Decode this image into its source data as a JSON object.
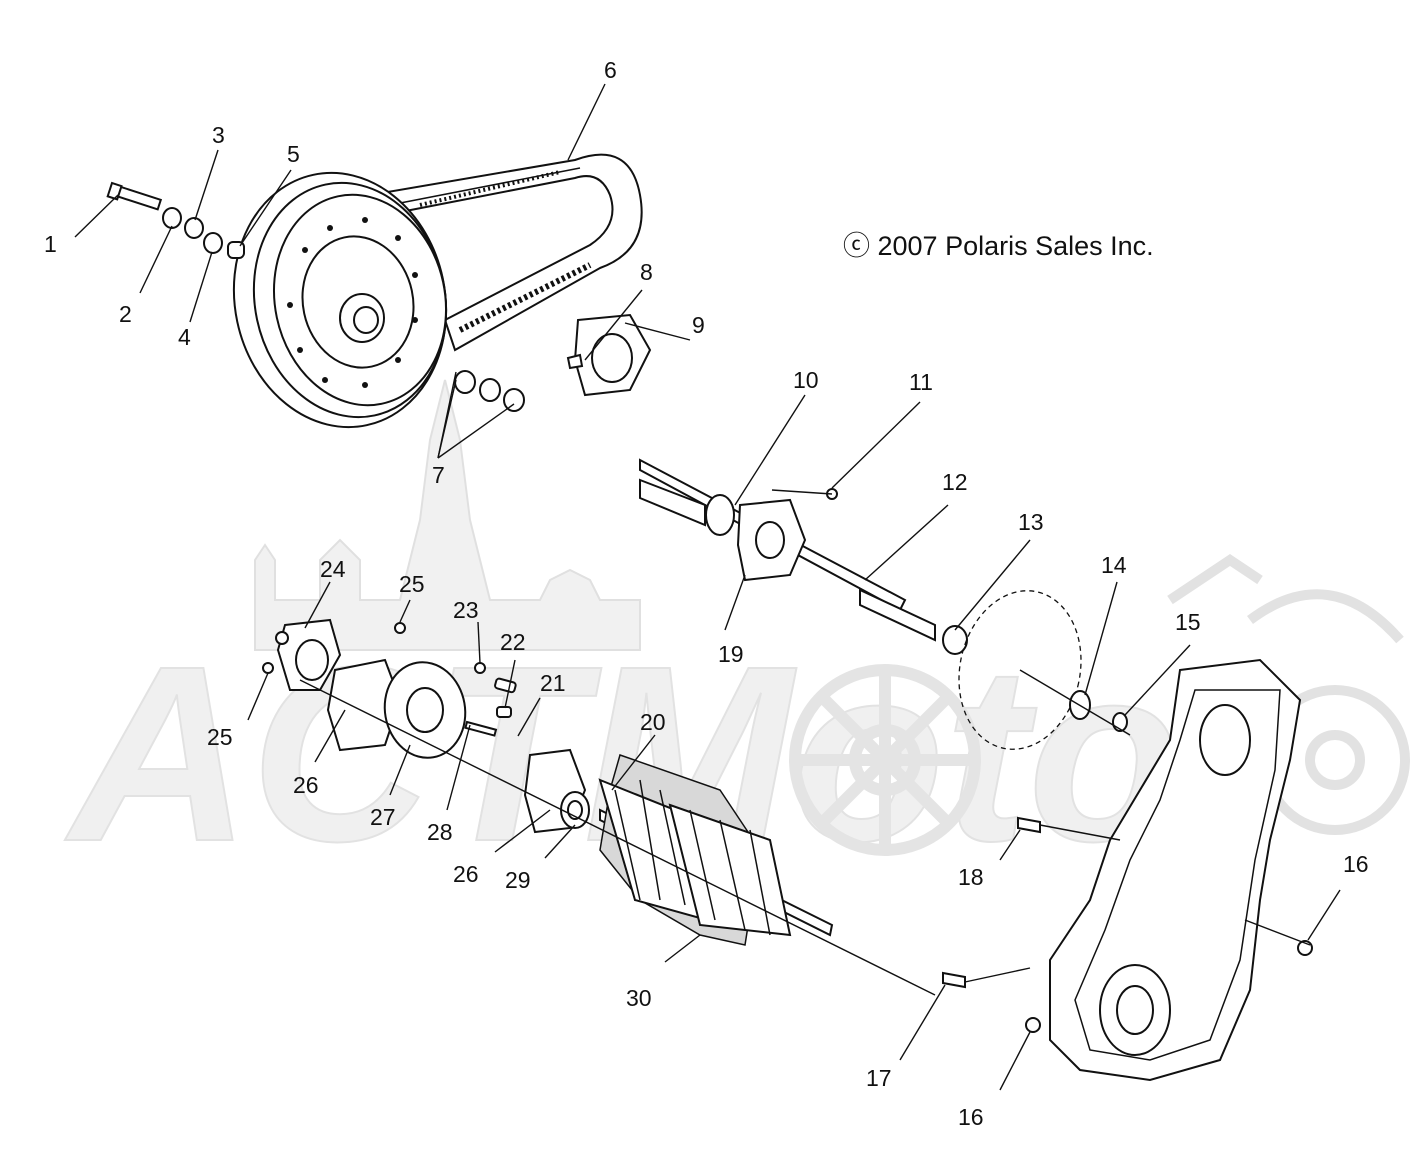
{
  "copyright": "ⓒ 2007 Polaris Sales Inc.",
  "watermark": "ACTMoto",
  "callouts": [
    {
      "id": "c1",
      "text": "1"
    },
    {
      "id": "c2",
      "text": "2"
    },
    {
      "id": "c3",
      "text": "3"
    },
    {
      "id": "c4",
      "text": "4"
    },
    {
      "id": "c5",
      "text": "5"
    },
    {
      "id": "c6",
      "text": "6"
    },
    {
      "id": "c7",
      "text": "7"
    },
    {
      "id": "c8",
      "text": "8"
    },
    {
      "id": "c9",
      "text": "9"
    },
    {
      "id": "c10",
      "text": "10"
    },
    {
      "id": "c11",
      "text": "11"
    },
    {
      "id": "c12",
      "text": "12"
    },
    {
      "id": "c13",
      "text": "13"
    },
    {
      "id": "c14",
      "text": "14"
    },
    {
      "id": "c15",
      "text": "15"
    },
    {
      "id": "c16a",
      "text": "16"
    },
    {
      "id": "c16b",
      "text": "16"
    },
    {
      "id": "c17",
      "text": "17"
    },
    {
      "id": "c18",
      "text": "18"
    },
    {
      "id": "c19",
      "text": "19"
    },
    {
      "id": "c20",
      "text": "20"
    },
    {
      "id": "c21",
      "text": "21"
    },
    {
      "id": "c22",
      "text": "22"
    },
    {
      "id": "c23",
      "text": "23"
    },
    {
      "id": "c24",
      "text": "24"
    },
    {
      "id": "c25a",
      "text": "25"
    },
    {
      "id": "c25b",
      "text": "25"
    },
    {
      "id": "c26a",
      "text": "26"
    },
    {
      "id": "c26b",
      "text": "26"
    },
    {
      "id": "c27",
      "text": "27"
    },
    {
      "id": "c28",
      "text": "28"
    },
    {
      "id": "c29",
      "text": "29"
    },
    {
      "id": "c30",
      "text": "30"
    }
  ]
}
